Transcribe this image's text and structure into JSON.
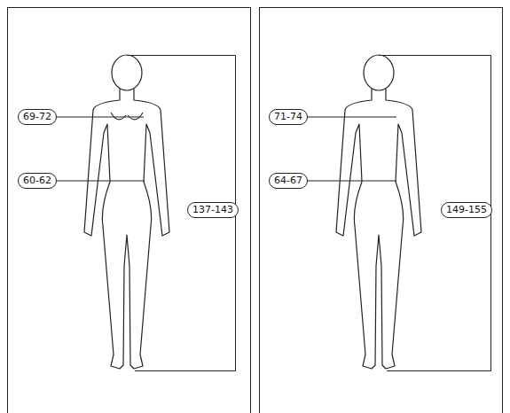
{
  "diagram": {
    "nodes": [
      {
        "text": [
          "69-72"
        ]
      },
      {
        "text": [
          "60-62"
        ]
      },
      {
        "text": [
          "137-143"
        ]
      },
      {
        "text": [
          "71-74"
        ]
      },
      {
        "text": [
          "64-67"
        ]
      },
      {
        "text": [
          "149-155"
        ]
      }
    ]
  }
}
